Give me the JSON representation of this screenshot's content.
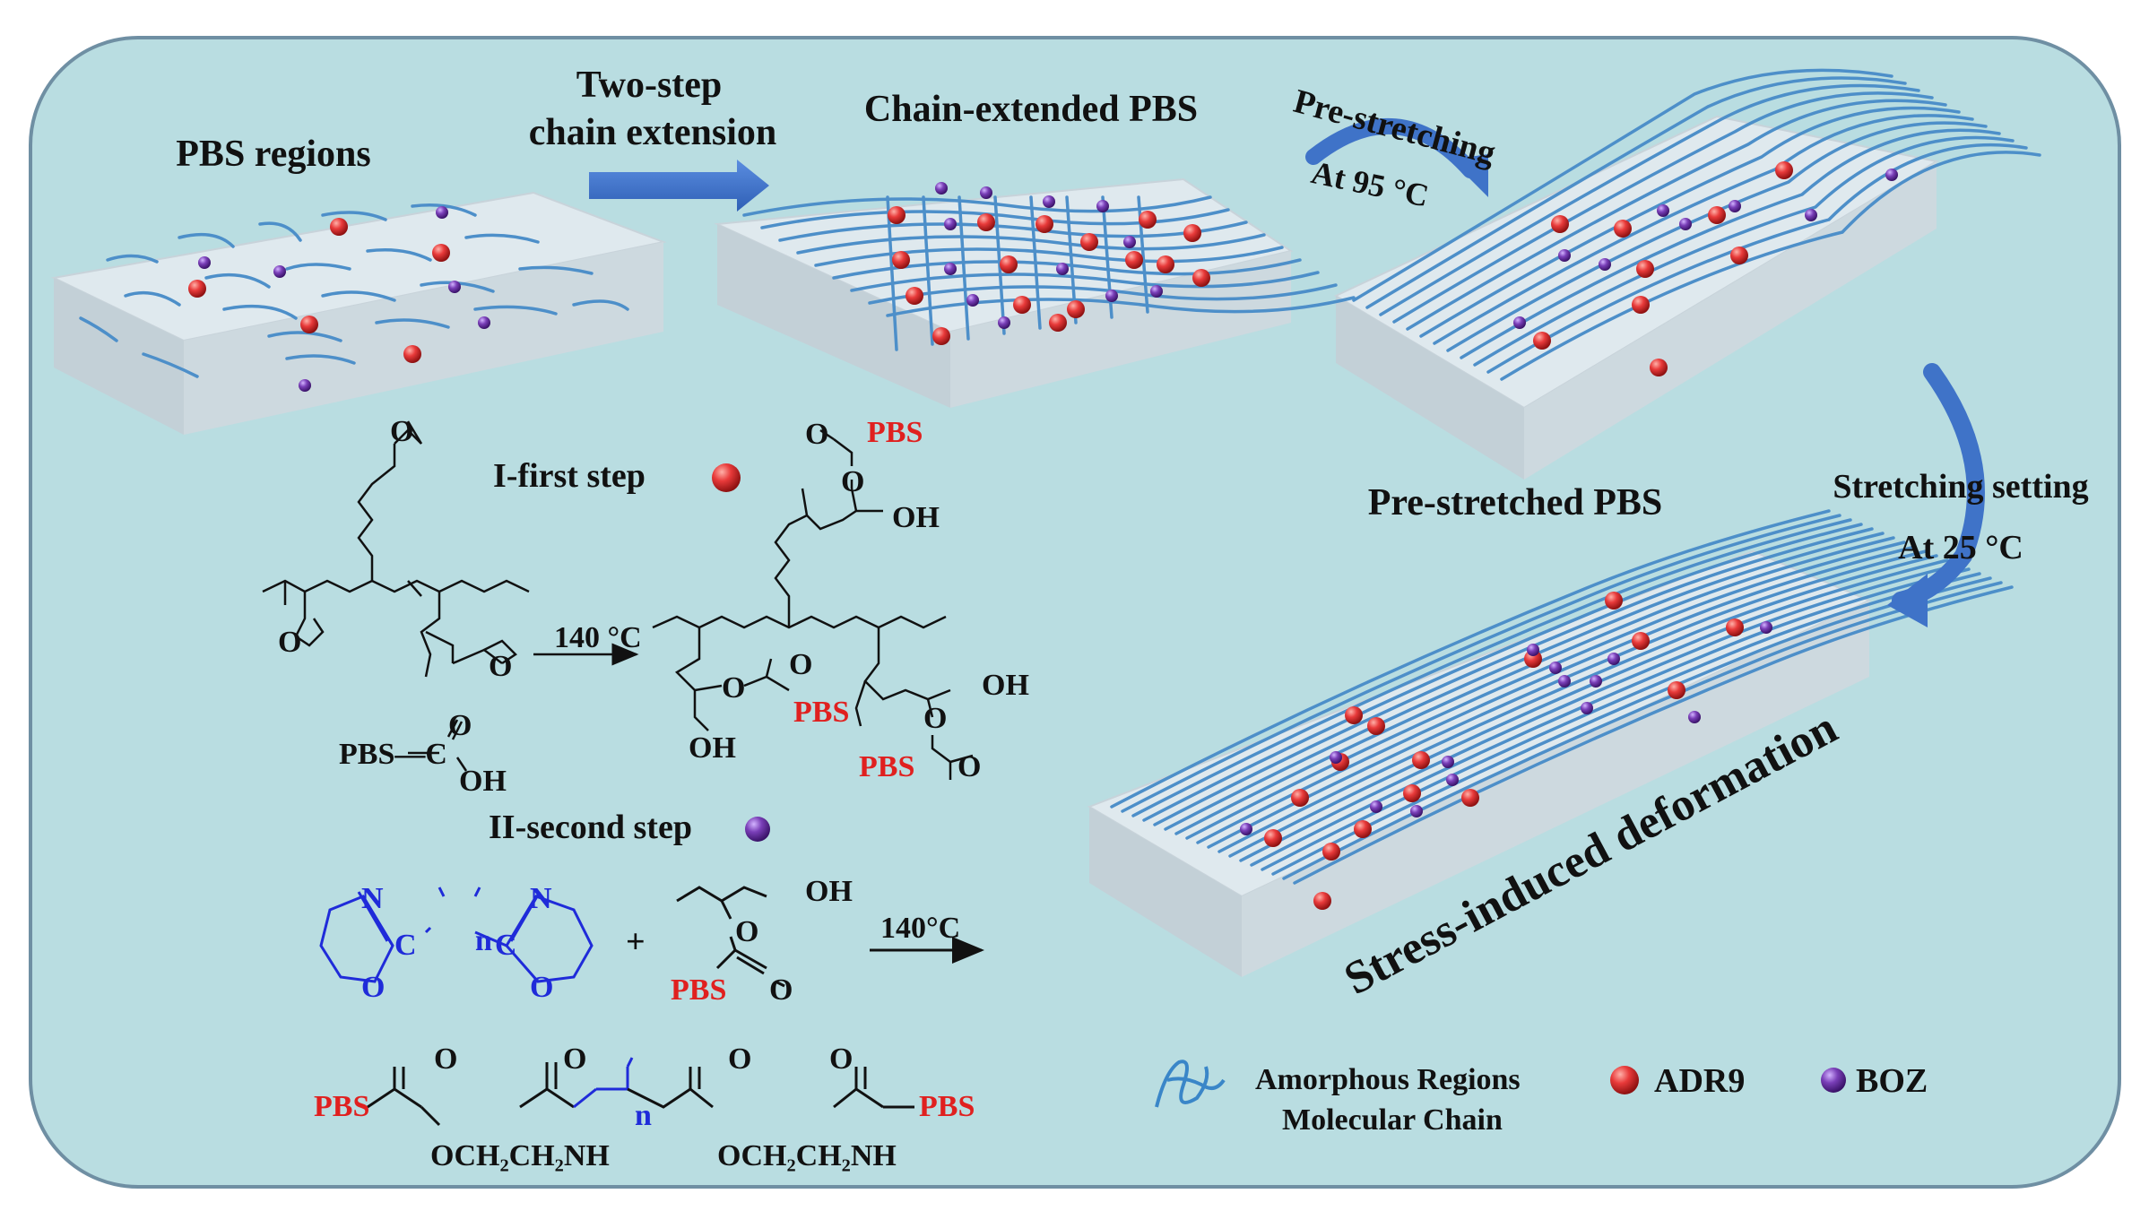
{
  "labels": {
    "pbs_regions": "PBS regions",
    "two_step_line1": "Two-step",
    "two_step_line2": "chain extension",
    "chain_extended": "Chain-extended PBS",
    "pre_stretching": "Pre-stretching",
    "at_95": "At 95 °C",
    "pre_stretched": "Pre-stretched PBS",
    "stretching_setting": "Stretching setting",
    "at_25": "At 25 °C",
    "first_step": "I-first step",
    "second_step": "II-second step",
    "stress_induced": "Stress-induced deformation"
  },
  "reaction1": {
    "temp": "140 °C",
    "epoxide_o": "O",
    "acid_left": "PBS—C",
    "acid_o": "O",
    "acid_oh": "OH",
    "oh": "OH",
    "o": "O",
    "pbs": "PBS"
  },
  "reaction2": {
    "temp": "140°C",
    "plus": "+",
    "n_atom": "N",
    "o_atom": "O",
    "c_atom": "C",
    "n_sub": "n",
    "oh": "OH",
    "o": "O",
    "pbs": "PBS",
    "product_och": "OCH₂CH₂NH"
  },
  "legend": {
    "chain_line1": "Amorphous Regions",
    "chain_line2": "Molecular Chain",
    "adr9": "ADR9",
    "boz": "BOZ"
  },
  "colors": {
    "background": "#b9dde1",
    "frame": "#6f8fa3",
    "block_top": "#dfe9ee",
    "block_side": "#c3d0d7",
    "chain": "#4d8fc9",
    "arrow": "#4472c4",
    "adr9": "#e83a3a",
    "boz": "#7a3fb8",
    "pbs_text": "#e0201f",
    "bisoxazoline": "#1f2bd9"
  },
  "icons": [
    "molecular-chain-icon",
    "adr9-sphere-icon",
    "boz-sphere-icon"
  ]
}
